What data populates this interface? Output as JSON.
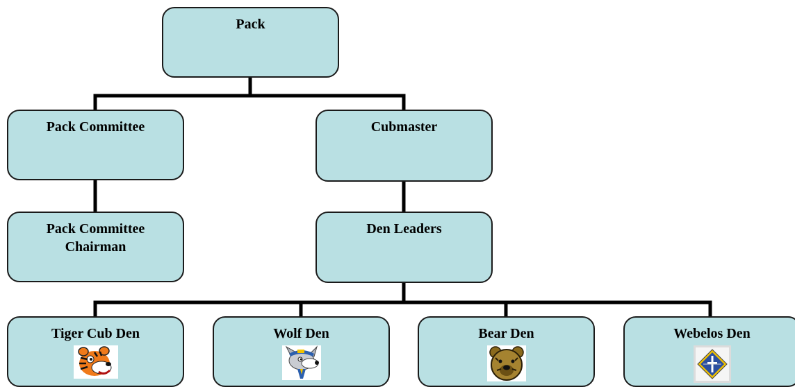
{
  "nodes": {
    "pack": "Pack",
    "pack_committee": "Pack Committee",
    "cubmaster": "Cubmaster",
    "pack_committee_chairman": "Pack Committee\nChairman",
    "den_leaders": "Den Leaders",
    "tiger_cub_den": "Tiger Cub Den",
    "wolf_den": "Wolf Den",
    "bear_den": "Bear Den",
    "webelos_den": "Webelos Den"
  },
  "icons": {
    "tiger_cub_den": "tiger-icon",
    "wolf_den": "wolf-icon",
    "bear_den": "bear-icon",
    "webelos_den": "webelos-emblem-icon"
  },
  "colors": {
    "box_fill": "#b9e0e3",
    "connector": "#000000"
  }
}
